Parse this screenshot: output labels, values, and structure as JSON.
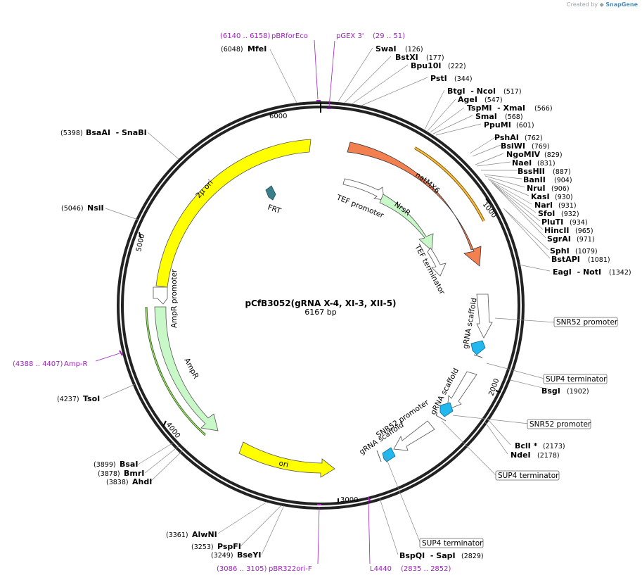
{
  "credit": {
    "created_by": "Created by",
    "brand": "SnapGene"
  },
  "plasmid": {
    "name": "pCfB3052(gRNA X-4, XI-3, XII-5)",
    "size_label": "6167 bp",
    "length": 6167
  },
  "ticks": [
    "1000",
    "2000",
    "3000",
    "4000",
    "5000",
    "6000"
  ],
  "colors": {
    "backbone": "#222222",
    "natMX6": "#f28050",
    "NrsR": "#c8f7c8",
    "AmpR": "#c8f7c8",
    "ori": "#ffff00",
    "two_mu_ori": "#ffff00",
    "FRT": "#3a7f8a",
    "gRNA_scaffold": "#ffffff",
    "guide": "#22b8ee",
    "primer": "#a020c0"
  },
  "features": [
    {
      "name": "natMX6",
      "label": "natMX6",
      "color": "#f28050"
    },
    {
      "name": "TEF promoter",
      "label": "TEF promoter",
      "color": "#ffffff"
    },
    {
      "name": "NrsR",
      "label": "NrsR",
      "color": "#c8f7c8"
    },
    {
      "name": "TEF terminator",
      "label": "TEF terminator",
      "color": "#ffffff"
    },
    {
      "name": "2μ ori",
      "label": "2μ ori",
      "color": "#ffff00"
    },
    {
      "name": "FRT",
      "label": "FRT",
      "color": "#3a7f8a"
    },
    {
      "name": "AmpR promoter",
      "label": "AmpR promoter",
      "color": "#ffffff"
    },
    {
      "name": "AmpR",
      "label": "AmpR",
      "color": "#c8f7c8"
    },
    {
      "name": "ori",
      "label": "ori",
      "color": "#ffff00"
    },
    {
      "name": "gRNA scaffold 1",
      "label": "gRNA scaffold",
      "color": "#ffffff"
    },
    {
      "name": "gRNA scaffold 2",
      "label": "gRNA scaffold",
      "color": "#ffffff"
    },
    {
      "name": "gRNA scaffold 3",
      "label": "gRNA scaffold",
      "color": "#ffffff"
    },
    {
      "name": "SNR52 promoter 3",
      "label": "SNR52 promoter",
      "color": "#ffffff"
    }
  ],
  "enzymes_right": [
    {
      "name": "SwaI",
      "pos": "(126)"
    },
    {
      "name": "BstXI",
      "pos": "(177)"
    },
    {
      "name": "Bpu10I",
      "pos": "(222)"
    },
    {
      "name": "PstI",
      "pos": "(344)"
    },
    {
      "name": "BtgI  - NcoI",
      "pos": "(517)"
    },
    {
      "name": "AgeI",
      "pos": "(547)"
    },
    {
      "name": "TspMI  - XmaI",
      "pos": "(566)"
    },
    {
      "name": "SmaI",
      "pos": "(568)"
    },
    {
      "name": "PpuMI",
      "pos": "(601)"
    },
    {
      "name": "PshAI",
      "pos": "(762)"
    },
    {
      "name": "BsiWI",
      "pos": "(769)"
    },
    {
      "name": "NgoMIV",
      "pos": "(829)"
    },
    {
      "name": "NaeI",
      "pos": "(831)"
    },
    {
      "name": "BssHII",
      "pos": "(887)"
    },
    {
      "name": "BanII",
      "pos": "(904)"
    },
    {
      "name": "NruI",
      "pos": "(906)"
    },
    {
      "name": "KasI",
      "pos": "(930)"
    },
    {
      "name": "NarI",
      "pos": "(931)"
    },
    {
      "name": "SfoI",
      "pos": "(932)"
    },
    {
      "name": "PluTI",
      "pos": "(934)"
    },
    {
      "name": "HincII",
      "pos": "(965)"
    },
    {
      "name": "SgrAI",
      "pos": "(971)"
    },
    {
      "name": "SphI",
      "pos": "(1079)"
    },
    {
      "name": "BstAPI",
      "pos": "(1081)"
    },
    {
      "name": "EagI  - NotI",
      "pos": "(1342)"
    },
    {
      "name": "BsgI",
      "pos": "(1902)"
    },
    {
      "name": "BclI *",
      "pos": "(2173)"
    },
    {
      "name": "NdeI",
      "pos": "(2178)"
    },
    {
      "name": "BspQI  - SapI",
      "pos": "(2829)"
    }
  ],
  "enzymes_left": [
    {
      "name": "MfeI",
      "pos": "(6048)"
    },
    {
      "name": "BsaAI  - SnaBI",
      "pos": "(5398)"
    },
    {
      "name": "NsiI",
      "pos": "(5046)"
    },
    {
      "name": "TsoI",
      "pos": "(4237)"
    },
    {
      "name": "BsaI",
      "pos": "(3899)"
    },
    {
      "name": "BmrI",
      "pos": "(3878)"
    },
    {
      "name": "AhdI",
      "pos": "(3838)"
    },
    {
      "name": "AlwNI",
      "pos": "(3361)"
    },
    {
      "name": "PspFI",
      "pos": "(3253)"
    },
    {
      "name": "BseYI",
      "pos": "(3249)"
    }
  ],
  "primers": [
    {
      "name": "pBRforEco",
      "range": "(6140 .. 6158)"
    },
    {
      "name": "pGEX 3'",
      "range": "(29 .. 51)"
    },
    {
      "name": "Amp-R",
      "range": "(4388 .. 4407)"
    },
    {
      "name": "pBR322ori-F",
      "range": "(3086 .. 3105)"
    },
    {
      "name": "L4440",
      "range": "(2835 .. 2852)"
    }
  ],
  "boxed_labels": [
    "SNR52 promoter",
    "SUP4 terminator",
    "SNR52 promoter",
    "SUP4 terminator",
    "SUP4 terminator"
  ]
}
